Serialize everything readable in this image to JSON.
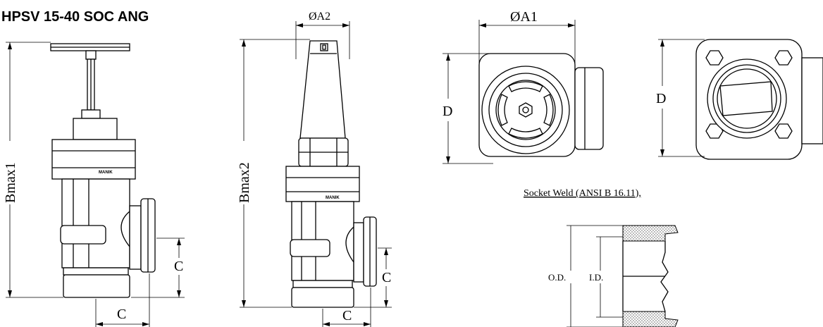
{
  "title": "HPSV 15-40 SOC ANG",
  "brand_label": "MANIK",
  "dimensions": {
    "bmax1": "Bmax1",
    "bmax2": "Bmax2",
    "a1": "ØA1",
    "a2": "ØA2",
    "d": "D",
    "c": "C",
    "od": "O.D.",
    "id": "I.D."
  },
  "socket_note": "Socket Weld (ANSI B 16.11),"
}
